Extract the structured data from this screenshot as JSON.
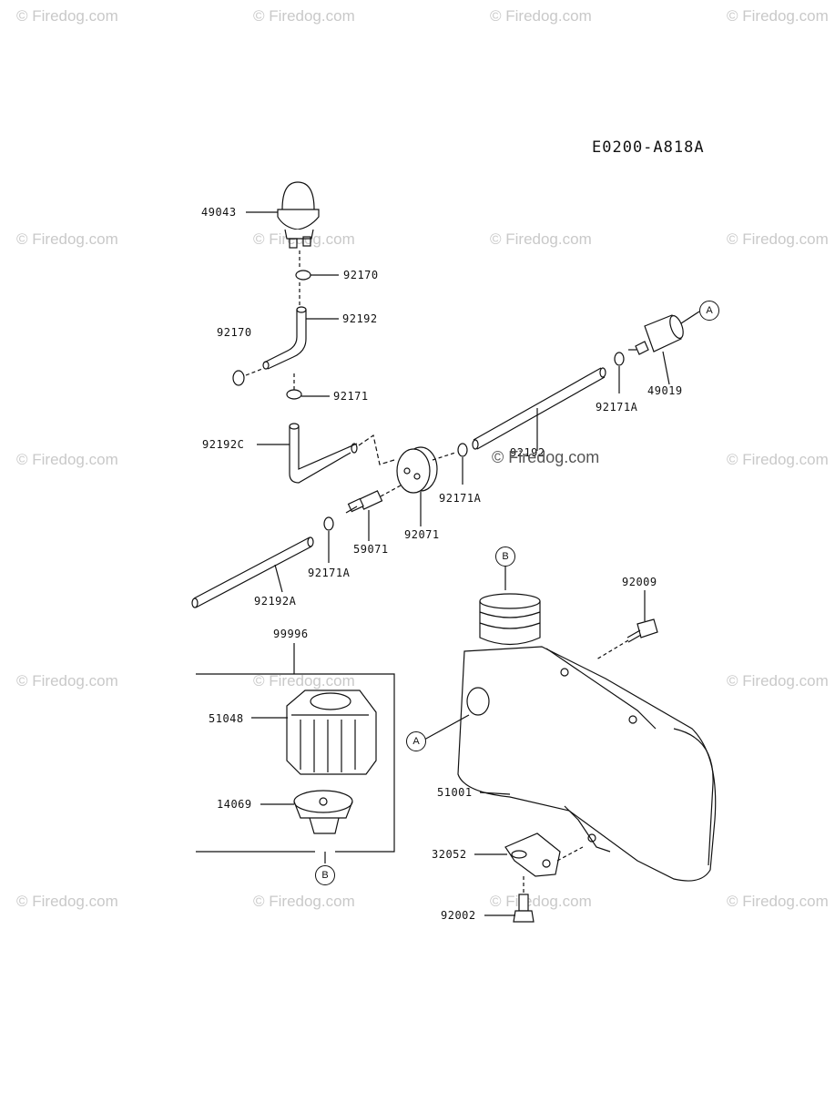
{
  "watermark": {
    "text": "© Firedog.com",
    "center_text": "© Firedog.com"
  },
  "diagram": {
    "code": "E0200-A818A"
  },
  "parts": {
    "p49043": "49043",
    "p92170a": "92170",
    "p92192": "92192",
    "p92170b": "92170",
    "p92171": "92171",
    "p92192c": "92192C",
    "p92171a_1": "92171A",
    "p92071": "92071",
    "p59071": "59071",
    "p92171a_2": "92171A",
    "p92192a": "92192A",
    "p49019": "49019",
    "p92171a_3": "92171A",
    "p99996": "99996",
    "p51048": "51048",
    "p14069": "14069",
    "p92009": "92009",
    "p51001": "51001",
    "p32052": "32052",
    "p92002": "92002",
    "p92192_fuel": "92192"
  },
  "refs": {
    "a1": "A",
    "a2": "A",
    "b1": "B",
    "b2": "B"
  },
  "colors": {
    "line": "#111111",
    "watermark": "#c9c9c9"
  }
}
